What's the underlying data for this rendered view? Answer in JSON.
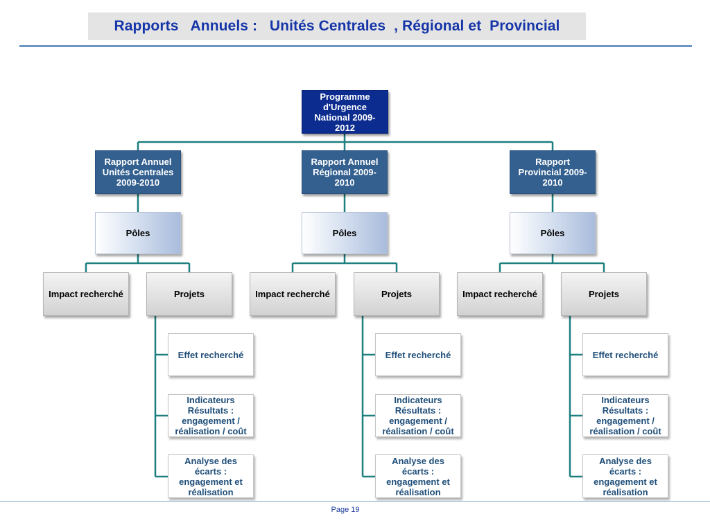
{
  "title": "Rapports   Annuels :   Unités Centrales  , Régional et  Provincial",
  "page_label": "Page 19",
  "colors": {
    "title_text": "#1535a8",
    "title_background": "#e4e4e4",
    "connector": "#1e7f7f",
    "top_box": "#0c2d8f",
    "report_box": "#33608f",
    "rule": "#6b95c3"
  },
  "diagram": {
    "root": "Programme d'Urgence National 2009-2012",
    "branches": [
      {
        "report": "Rapport Annuel Unités Centrales 2009-2010",
        "poles": "Pôles",
        "impact": "Impact recherché",
        "projets": "Projets",
        "effet": "Effet recherché",
        "indicateurs": "Indicateurs Résultats : engagement / réalisation / coût",
        "analyse": "Analyse des écarts : engagement et réalisation"
      },
      {
        "report": "Rapport Annuel Régional 2009-2010",
        "poles": "Pôles",
        "impact": "Impact recherché",
        "projets": "Projets",
        "effet": "Effet recherché",
        "indicateurs": "Indicateurs Résultats : engagement / réalisation / coût",
        "analyse": "Analyse des écarts : engagement et réalisation"
      },
      {
        "report": "Rapport Provincial 2009-2010",
        "poles": "Pôles",
        "impact": "Impact recherché",
        "projets": "Projets",
        "effet": "Effet recherché",
        "indicateurs": "Indicateurs Résultats : engagement / réalisation / coût",
        "analyse": "Analyse des écarts : engagement et réalisation"
      }
    ]
  }
}
